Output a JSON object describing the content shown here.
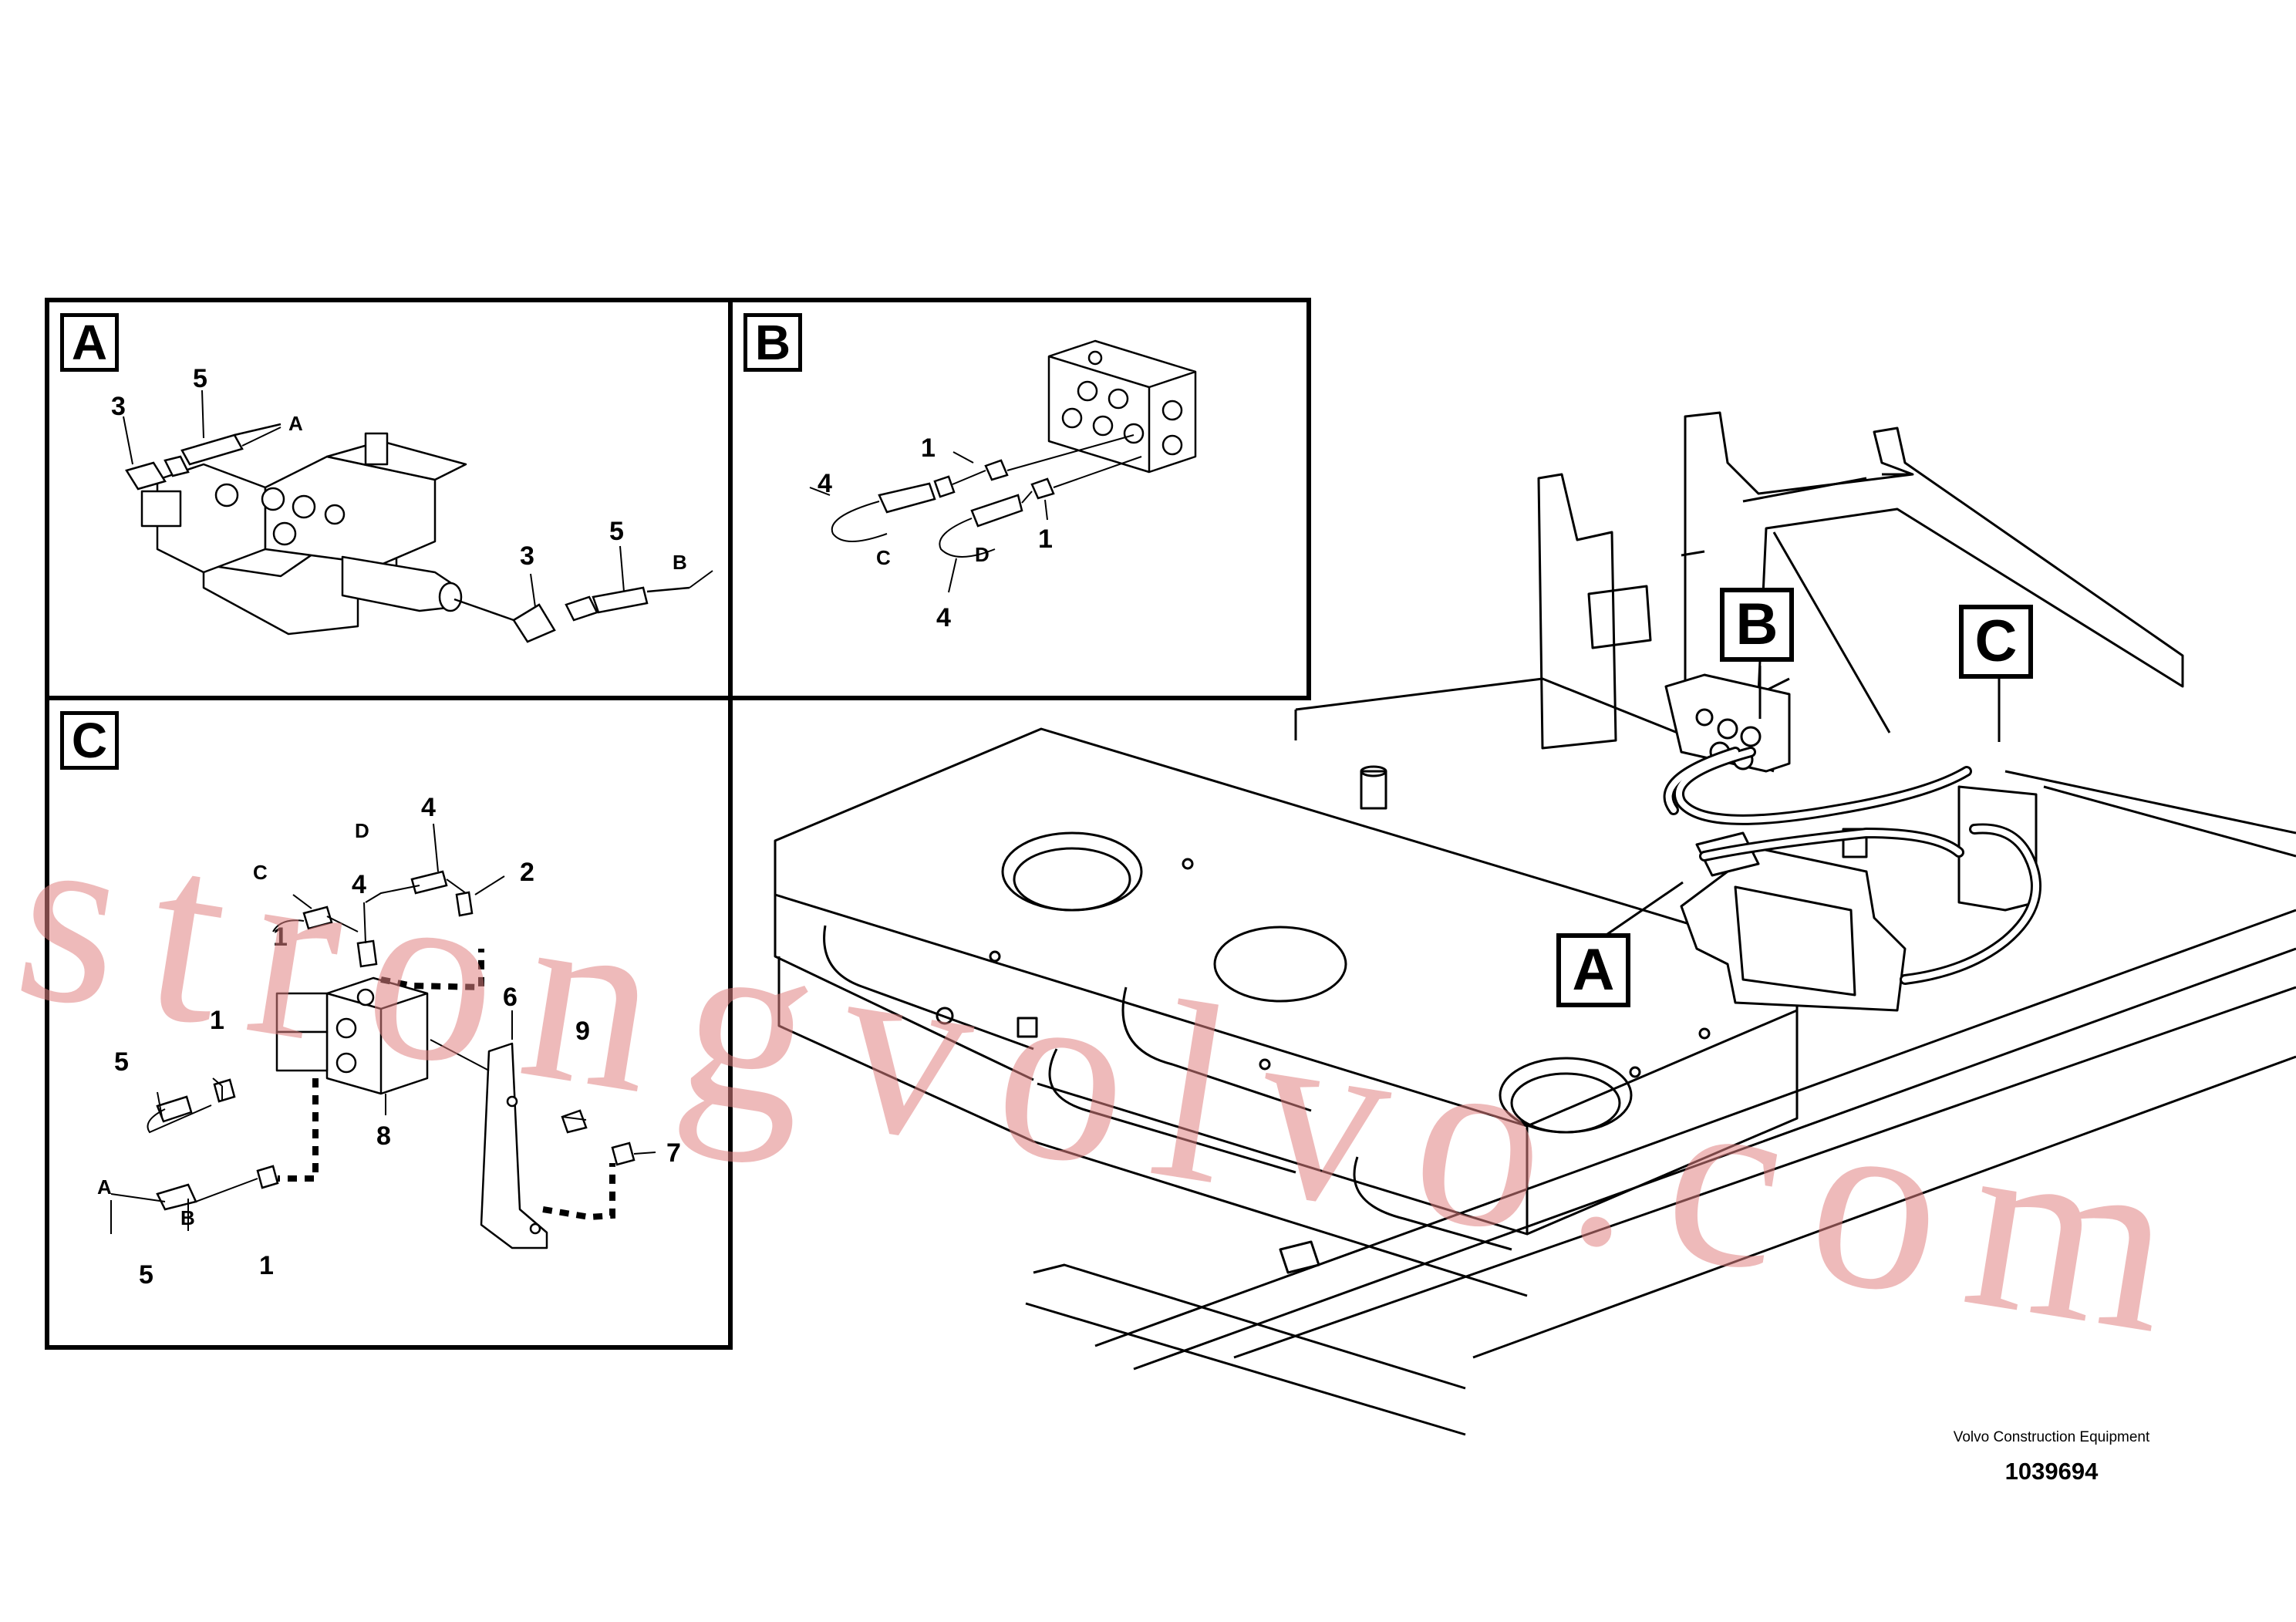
{
  "insets": {
    "A": {
      "tag": "A",
      "numbers": [
        "3",
        "5",
        "3",
        "5"
      ],
      "ports": [
        "A",
        "B"
      ]
    },
    "B": {
      "tag": "B",
      "numbers": [
        "1",
        "4",
        "1",
        "4"
      ],
      "ports": [
        "C",
        "D"
      ]
    },
    "C": {
      "tag": "C",
      "numbers": [
        "4",
        "4",
        "2",
        "1",
        "1",
        "5",
        "6",
        "9",
        "7",
        "8",
        "5",
        "1"
      ],
      "ports": [
        "D",
        "C",
        "B",
        "A"
      ]
    }
  },
  "callouts": {
    "A": "A",
    "B": "B",
    "C": "C"
  },
  "footer": {
    "company": "Volvo Construction Equipment",
    "doc_number": "1039694"
  },
  "watermark": "strongvolvo.com",
  "colors": {
    "line": "#000000",
    "watermark": "#e08282"
  }
}
